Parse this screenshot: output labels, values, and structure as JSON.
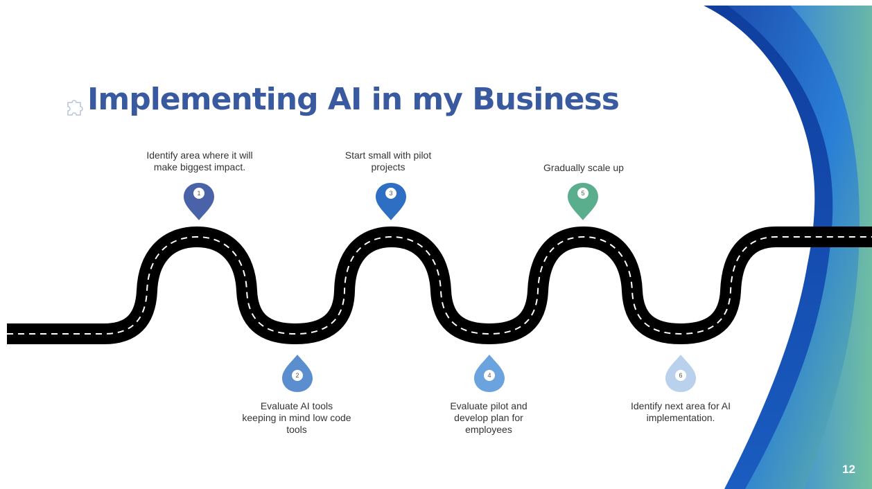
{
  "slide": {
    "title": "Implementing AI in my Business",
    "page_number": "12"
  },
  "steps": [
    {
      "number": "1",
      "text": "Identify area where it will\nmake biggest impact.",
      "color": "#4a62a8"
    },
    {
      "number": "2",
      "text": "Evaluate AI tools\nkeeping in mind low code\ntools",
      "color": "#5b8ecf"
    },
    {
      "number": "3",
      "text": "Start small with pilot\nprojects",
      "color": "#2e6fc4"
    },
    {
      "number": "4",
      "text": "Evaluate pilot and\ndevelop plan for\nemployees",
      "color": "#6aa3de"
    },
    {
      "number": "5",
      "text": "Gradually scale up",
      "color": "#5aae8e"
    },
    {
      "number": "6",
      "text": "Identify next area for AI\nimplementation.",
      "color": "#b9d1ec"
    }
  ],
  "colors": {
    "title": "#3a5aa0",
    "road": "#000000",
    "road_dash": "#ffffff",
    "wave_dark": "#1a4aa8",
    "wave_teal": "#6fbe9c"
  },
  "icons": {
    "title_icon": "puzzle-icon",
    "pin_icon": "map-pin-icon"
  }
}
